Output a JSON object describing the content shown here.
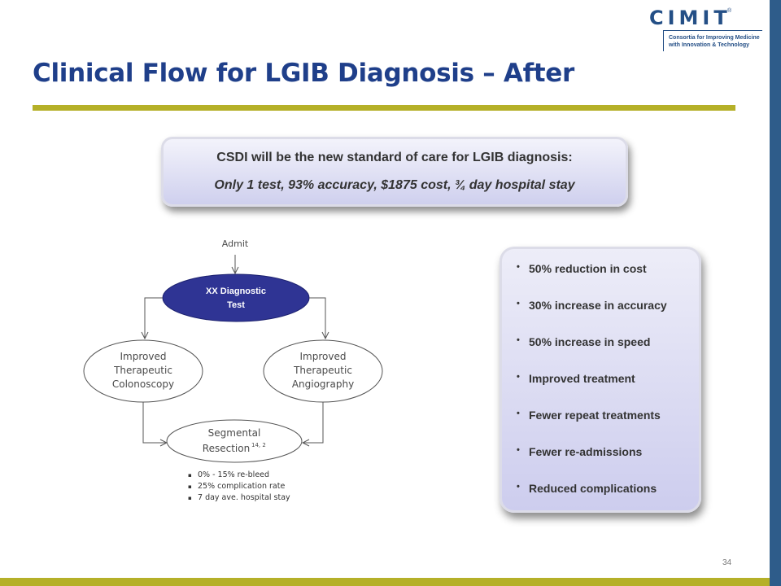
{
  "logo": {
    "name": "CIMIT",
    "registered": "®",
    "subtitle_line1": "Consortia for Improving Medicine",
    "subtitle_line2": "with Innovation & Technology"
  },
  "title": "Clinical Flow for LGIB Diagnosis – After",
  "callout": {
    "line1": "CSDI will be the new standard of care for LGIB diagnosis:",
    "line2": "Only 1 test, 93% accuracy, $1875 cost, ¾ day hospital stay"
  },
  "flow": {
    "admit": "Admit",
    "test_line1": "XX Diagnostic",
    "test_line2": "Test",
    "colonoscopy": [
      "Improved",
      "Therapeutic",
      "Colonoscopy"
    ],
    "angiography": [
      "Improved",
      "Therapeutic",
      "Angiography"
    ],
    "resection_line1": "Segmental",
    "resection_line2": "Resection",
    "resection_ref": "14, 2",
    "notes": [
      "0% - 15% re-bleed",
      "25% complication rate",
      "7 day ave. hospital stay"
    ]
  },
  "benefits": [
    "50% reduction in cost",
    "30% increase in accuracy",
    "50% increase in speed",
    "Improved treatment",
    "Fewer repeat treatments",
    "Fewer re-admissions",
    "Reduced complications"
  ],
  "page_number": "34",
  "colors": {
    "title": "#1f3f8a",
    "accent_rule": "#b5b028",
    "side_bar": "#2e5c8a",
    "test_node": "#2f3494",
    "callout_fill": "#d3d3f0"
  }
}
